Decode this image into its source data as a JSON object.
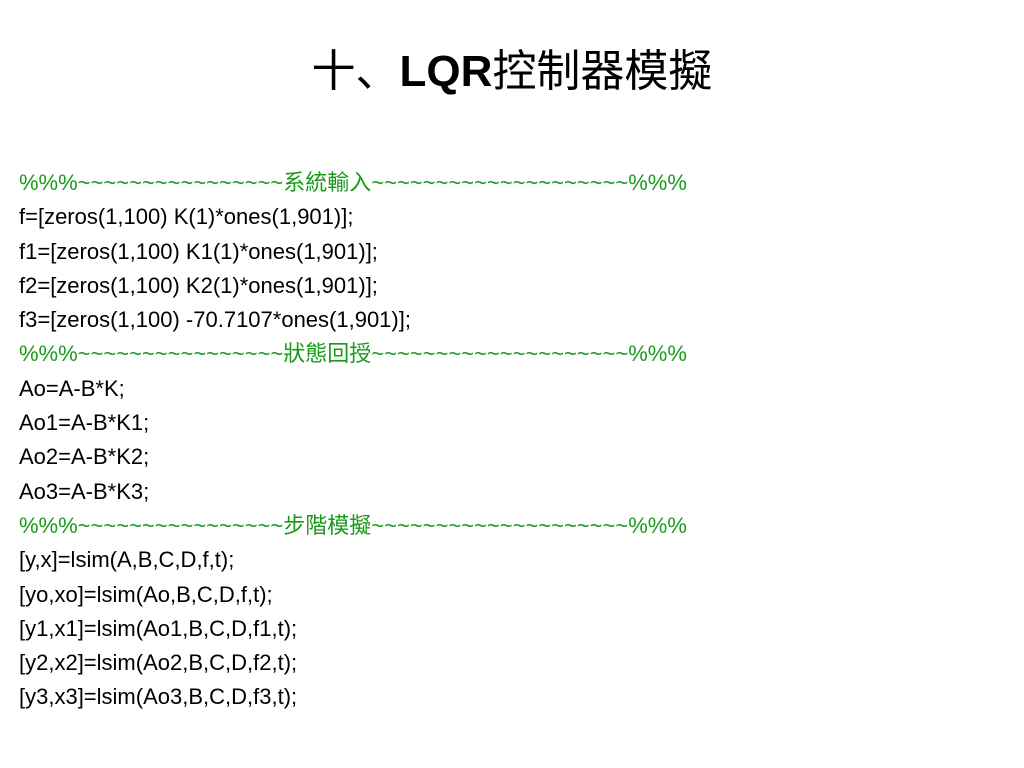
{
  "slide": {
    "title": {
      "prefix": "十、",
      "latin": "LQR",
      "suffix": "控制器模擬"
    },
    "code_lines": [
      {
        "text": "%%%~~~~~~~~~~~~~~~~系統輸入~~~~~~~~~~~~~~~~~~~~%%%",
        "kind": "comment"
      },
      {
        "text": "f=[zeros(1,100) K(1)*ones(1,901)];",
        "kind": "code"
      },
      {
        "text": "f1=[zeros(1,100) K1(1)*ones(1,901)];",
        "kind": "code"
      },
      {
        "text": "f2=[zeros(1,100) K2(1)*ones(1,901)];",
        "kind": "code"
      },
      {
        "text": "f3=[zeros(1,100) -70.7107*ones(1,901)];",
        "kind": "code"
      },
      {
        "text": "%%%~~~~~~~~~~~~~~~~狀態回授~~~~~~~~~~~~~~~~~~~~%%%",
        "kind": "comment"
      },
      {
        "text": "Ao=A-B*K;",
        "kind": "code"
      },
      {
        "text": "Ao1=A-B*K1;",
        "kind": "code"
      },
      {
        "text": "Ao2=A-B*K2;",
        "kind": "code"
      },
      {
        "text": "Ao3=A-B*K3;",
        "kind": "code"
      },
      {
        "text": "%%%~~~~~~~~~~~~~~~~步階模擬~~~~~~~~~~~~~~~~~~~~%%%",
        "kind": "comment"
      },
      {
        "text": "[y,x]=lsim(A,B,C,D,f,t);",
        "kind": "code"
      },
      {
        "text": "[yo,xo]=lsim(Ao,B,C,D,f,t);",
        "kind": "code"
      },
      {
        "text": "[y1,x1]=lsim(Ao1,B,C,D,f1,t);",
        "kind": "code"
      },
      {
        "text": "[y2,x2]=lsim(Ao2,B,C,D,f2,t);",
        "kind": "code"
      },
      {
        "text": "[y3,x3]=lsim(Ao3,B,C,D,f3,t);",
        "kind": "code"
      }
    ]
  },
  "colors": {
    "comment": "#1a9a1a",
    "code": "#000000",
    "background": "#ffffff"
  }
}
